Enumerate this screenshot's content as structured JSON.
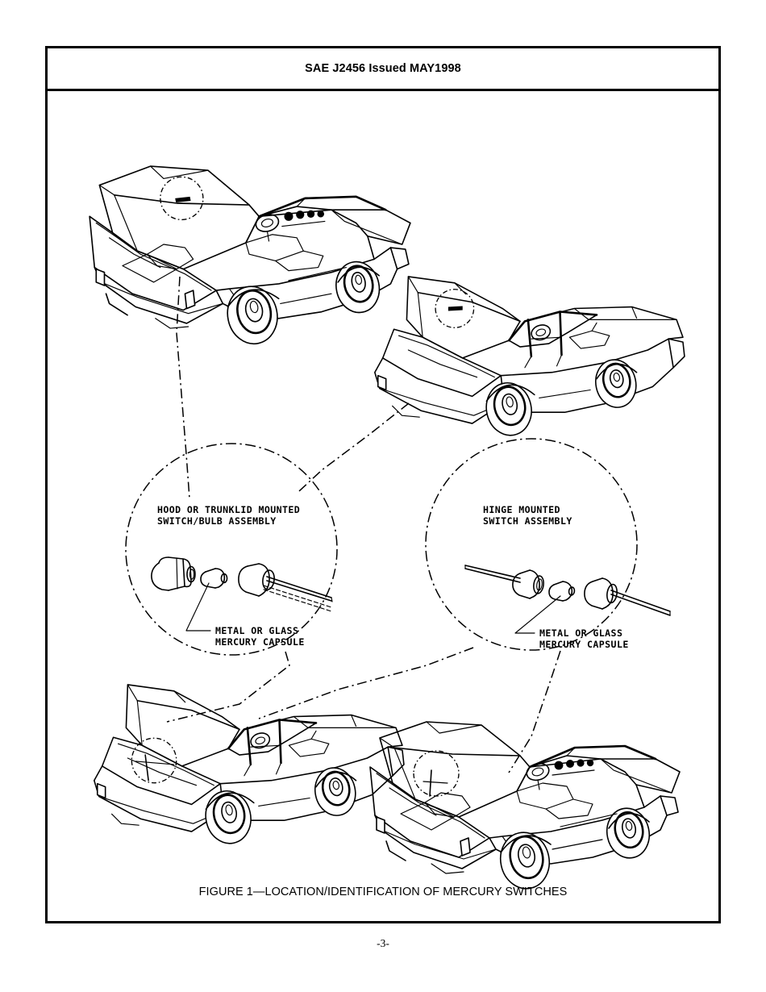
{
  "document": {
    "header_title": "SAE J2456 Issued MAY1998",
    "page_number": "-3-"
  },
  "figure": {
    "caption": "FIGURE 1—LOCATION/IDENTIFICATION OF MERCURY SWITCHES",
    "detail_circles": [
      {
        "id": "hood-trunklid-detail",
        "title_line_1": "HOOD OR TRUNKLID MOUNTED",
        "title_line_2": "SWITCH/BULB ASSEMBLY",
        "callout_line_1": "METAL OR GLASS",
        "callout_line_2": "MERCURY CAPSULE",
        "parts": [
          "bulb",
          "mercury-capsule",
          "switch-body-with-leads"
        ]
      },
      {
        "id": "hinge-mounted-detail",
        "title_line_1": "HINGE MOUNTED",
        "title_line_2": "SWITCH ASSEMBLY",
        "callout_line_1": "METAL OR GLASS",
        "callout_line_2": "MERCURY CAPSULE",
        "parts": [
          "hinge-arm-left",
          "mercury-capsule",
          "hinge-arm-right"
        ]
      }
    ],
    "vehicles": [
      {
        "id": "vehicle-top-left",
        "view": "rear-three-quarter",
        "feature": "open-trunklid",
        "callout": "trunklid-switch-location"
      },
      {
        "id": "vehicle-top-right",
        "view": "rear-three-quarter",
        "feature": "open-trunklid",
        "callout": "trunklid-switch-location"
      },
      {
        "id": "vehicle-bottom-left",
        "view": "rear-three-quarter",
        "feature": "open-trunklid",
        "callout": "hinge-switch-location"
      },
      {
        "id": "vehicle-bottom-right",
        "view": "rear-three-quarter",
        "feature": "open-trunklid",
        "callout": "hinge-switch-location"
      }
    ]
  },
  "colors": {
    "ink": "#000000",
    "paper": "#ffffff"
  }
}
